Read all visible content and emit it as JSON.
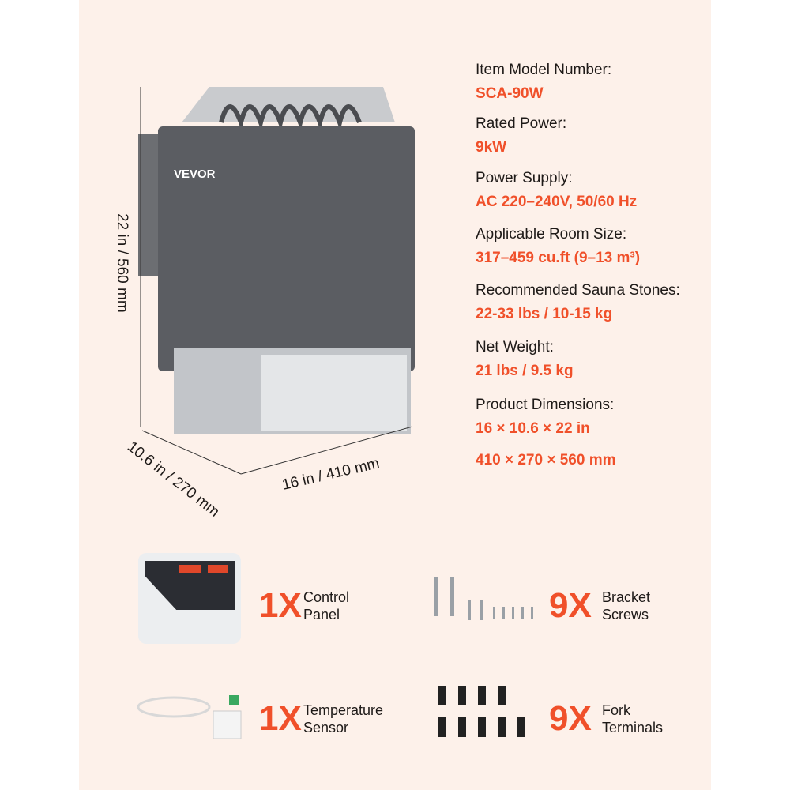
{
  "brand": "VEVOR",
  "colors": {
    "accent": "#f0502a",
    "background": "#fdf1ea",
    "heater": "#5b5d62"
  },
  "dimensions": {
    "height": "22 in / 560 mm",
    "width": "16 in / 410 mm",
    "depth": "10.6 in / 270 mm"
  },
  "specs": [
    {
      "label": "Item Model Number:",
      "value": "SCA-90W"
    },
    {
      "label": "Rated Power:",
      "value": "9kW"
    },
    {
      "label": "Power Supply:",
      "value": "AC 220–240V, 50/60 Hz"
    },
    {
      "label": "Applicable Room Size:",
      "value": "317–459 cu.ft (9–13 m³)"
    },
    {
      "label": "Recommended Sauna Stones:",
      "value": "22-33 lbs / 10-15 kg"
    },
    {
      "label": "Net Weight:",
      "value": "21 lbs / 9.5 kg"
    },
    {
      "label": "Product Dimensions:",
      "value": "16 × 10.6 × 22 in",
      "value2": "410 × 270 × 560 mm"
    }
  ],
  "accessories": [
    {
      "qty": "1X",
      "name1": "Control",
      "name2": "Panel"
    },
    {
      "qty": "9X",
      "name1": "Bracket",
      "name2": "Screws"
    },
    {
      "qty": "1X",
      "name1": "Temperature",
      "name2": "Sensor"
    },
    {
      "qty": "9X",
      "name1": "Fork",
      "name2": "Terminals"
    }
  ]
}
